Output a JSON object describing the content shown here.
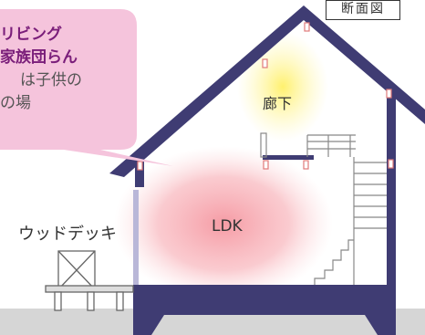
{
  "badge": "断面図",
  "bubble": {
    "line1": "リビング",
    "line2": "家族団らん",
    "line3": "は子供の",
    "line4": "の場"
  },
  "labels": {
    "corridor": "廊下",
    "ldk": "LDK",
    "deck": "ウッドデッキ"
  },
  "colors": {
    "wall": "#3f3c73",
    "ground": "#d6d6d6",
    "bubble": "#f5c4dc",
    "warm_glow": "#f7a3a8",
    "light_glow": "#fff27a"
  }
}
